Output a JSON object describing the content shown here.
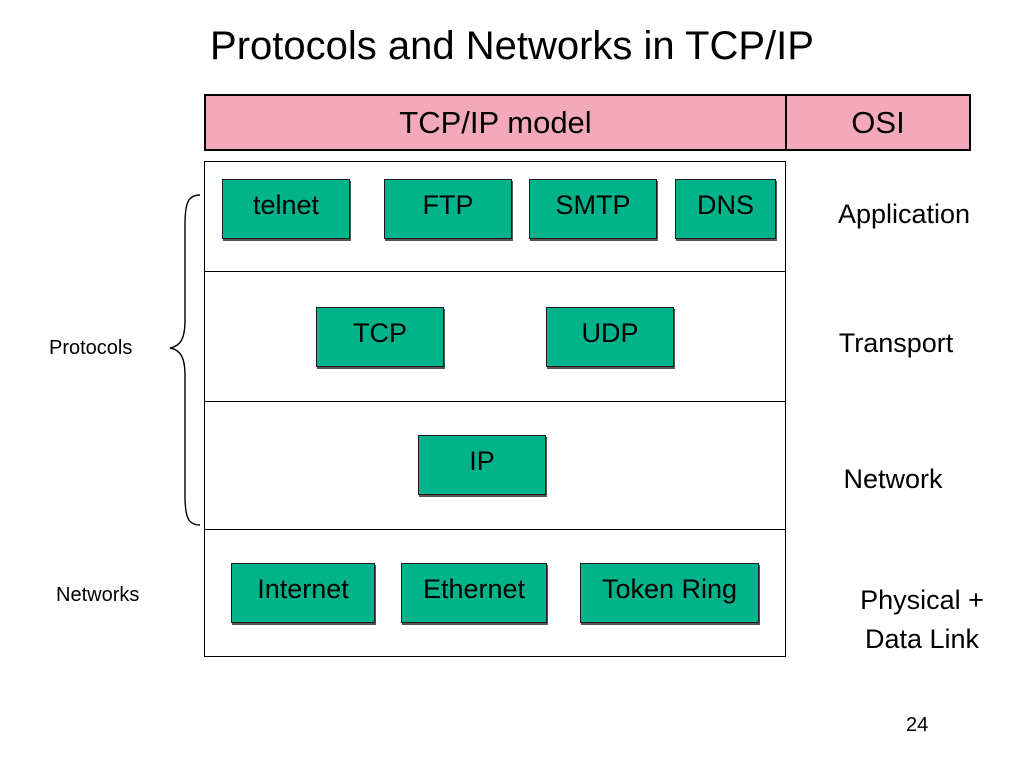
{
  "title": "Protocols and Networks in TCP/IP",
  "header": {
    "tcpip_label": "TCP/IP model",
    "osi_label": "OSI"
  },
  "protocols": {
    "telnet": "telnet",
    "ftp": "FTP",
    "smtp": "SMTP",
    "dns": "DNS",
    "tcp": "TCP",
    "udp": "UDP",
    "ip": "IP"
  },
  "networks": {
    "internet": "Internet",
    "ethernet": "Ethernet",
    "token_ring": "Token Ring"
  },
  "osi_layers": {
    "application": "Application",
    "transport": "Transport",
    "network": "Network",
    "physical": "Physical +",
    "data_link": "Data Link"
  },
  "side_labels": {
    "protocols": "Protocols",
    "networks": "Networks"
  },
  "page_number": "24",
  "colors": {
    "box_fill": "#00b38a",
    "header_fill": "#f4a8bc"
  }
}
